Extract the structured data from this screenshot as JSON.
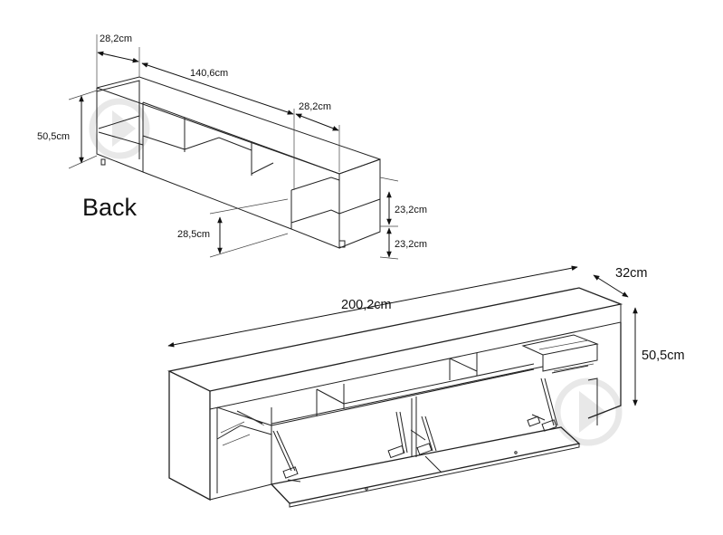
{
  "labels": {
    "view_back": "Back"
  },
  "dimensions": {
    "back_depth": "28,2cm",
    "back_length": "140,6cm",
    "back_side_width": "28,2cm",
    "back_height": "50,5cm",
    "back_shelf_upper": "23,2cm",
    "back_shelf_lower": "23,2cm",
    "back_offset": "28,5cm",
    "front_width": "200,2cm",
    "front_depth": "32cm",
    "front_height": "50,5cm"
  },
  "icons": {
    "watermark": "circular-arrow-watermark-icon"
  }
}
